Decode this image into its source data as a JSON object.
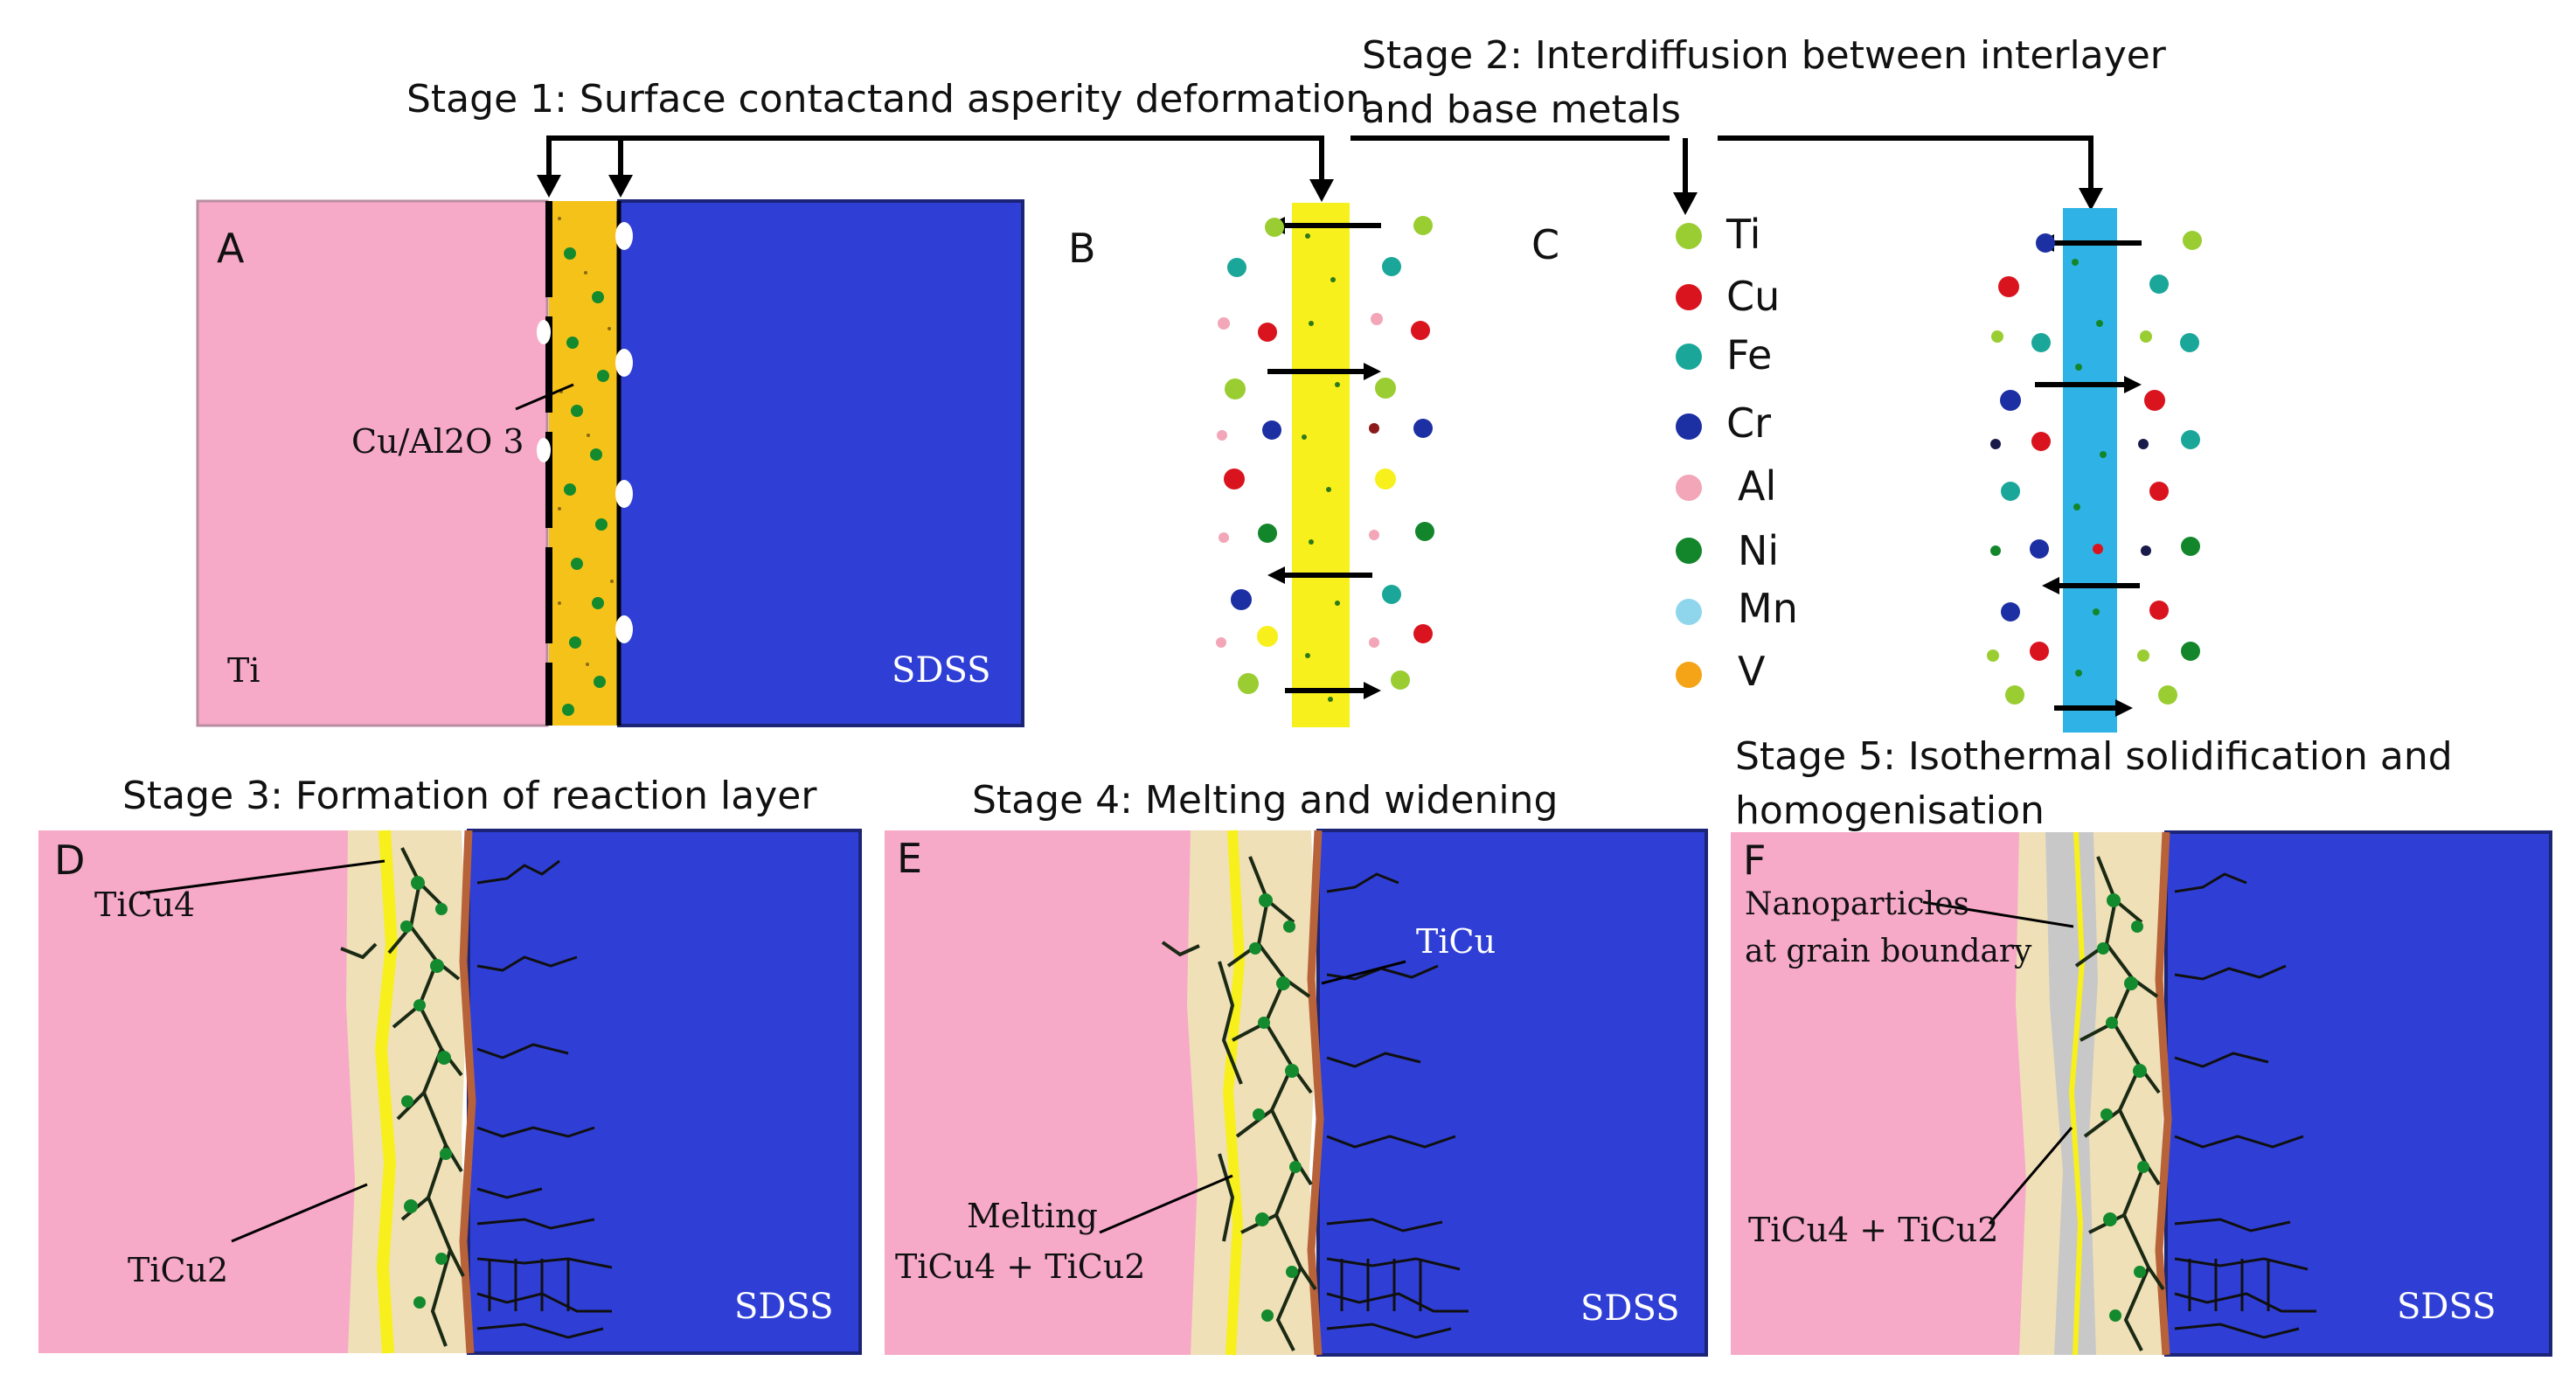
{
  "stages": {
    "stage1": "Stage 1: Surface contactand asperity deformation",
    "stage2_line1": "Stage 2: Interdiffusion between interlayer",
    "stage2_line2": "and base metals",
    "stage3": "Stage 3: Formation of reaction layer",
    "stage4": "Stage 4: Melting and widening",
    "stage5_line1": "Stage 5: Isothermal solidification and",
    "stage5_line2": "homogenisation"
  },
  "panels": {
    "a": {
      "letter": "A",
      "left_metal": "Ti",
      "right_metal": "SDSS",
      "interlayer": "Cu/Al2O 3"
    },
    "b": {
      "letter": "B"
    },
    "c": {
      "letter": "C"
    },
    "d": {
      "letter": "D",
      "label_top": "TiCu4",
      "label_bottom": "TiCu2",
      "right_metal": "SDSS"
    },
    "e": {
      "letter": "E",
      "label_top": "TiCu",
      "label_melt_1": "Melting",
      "label_melt_2": "TiCu4 + TiCu2",
      "right_metal": "SDSS"
    },
    "f": {
      "letter": "F",
      "label_np_1": "Nanoparticles",
      "label_np_2": "at grain boundary",
      "label_bottom": "TiCu4 + TiCu2",
      "right_metal": "SDSS"
    }
  },
  "legend": [
    {
      "element": "Ti",
      "color": "#9acd32"
    },
    {
      "element": "Cu",
      "color": "#d9141e"
    },
    {
      "element": "Fe",
      "color": "#1aa79a"
    },
    {
      "element": "Cr",
      "color": "#1c2fa3"
    },
    {
      "element": "Al",
      "color": "#f2a6b8"
    },
    {
      "element": "Ni",
      "color": "#13862b"
    },
    {
      "element": "Mn",
      "color": "#8fd6ec"
    },
    {
      "element": "V",
      "color": "#f5a418"
    }
  ],
  "colors": {
    "ti_pink": "#f7aac8",
    "sdss_blue": "#2f3fd6",
    "interlayer_orange": "#f5c21a",
    "interlayer_yellow": "#f7f01c",
    "diffusion_blue": "#2fb3e6",
    "reaction_beige": "#efe0b8"
  }
}
